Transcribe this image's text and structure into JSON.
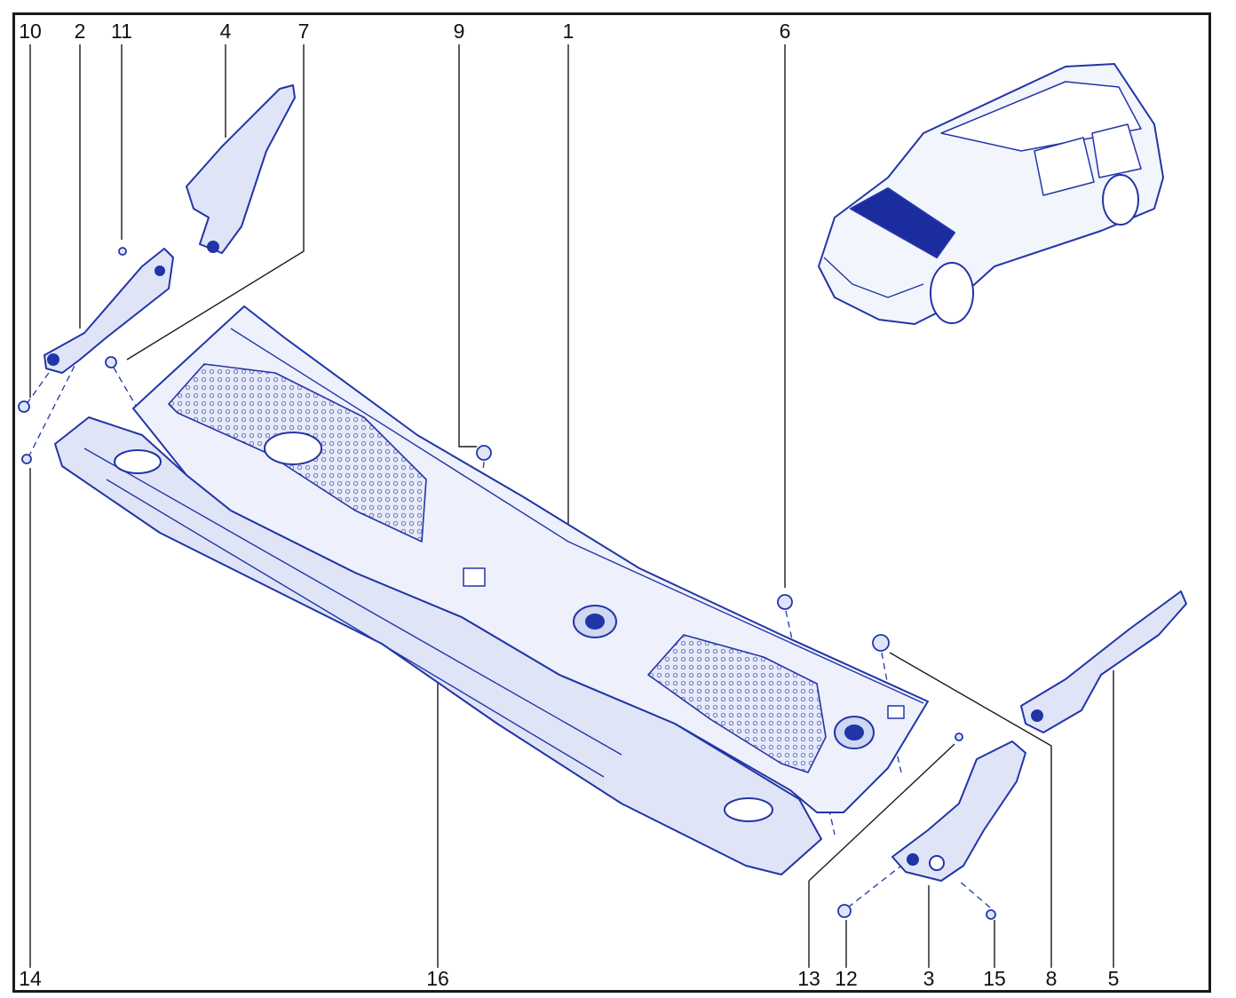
{
  "diagram": {
    "callouts_top": [
      "10",
      "2",
      "11",
      "4",
      "7",
      "9",
      "1",
      "6"
    ],
    "callouts_bottom": [
      "14",
      "16",
      "13",
      "12",
      "3",
      "15",
      "8",
      "5"
    ],
    "colors": {
      "line": "#2135a8",
      "fill": "#dfe5f7",
      "mesh": "#aeb9e6",
      "highlight": "#1b2d9e",
      "frame": "#1a1a1a",
      "label": "#111111"
    }
  }
}
